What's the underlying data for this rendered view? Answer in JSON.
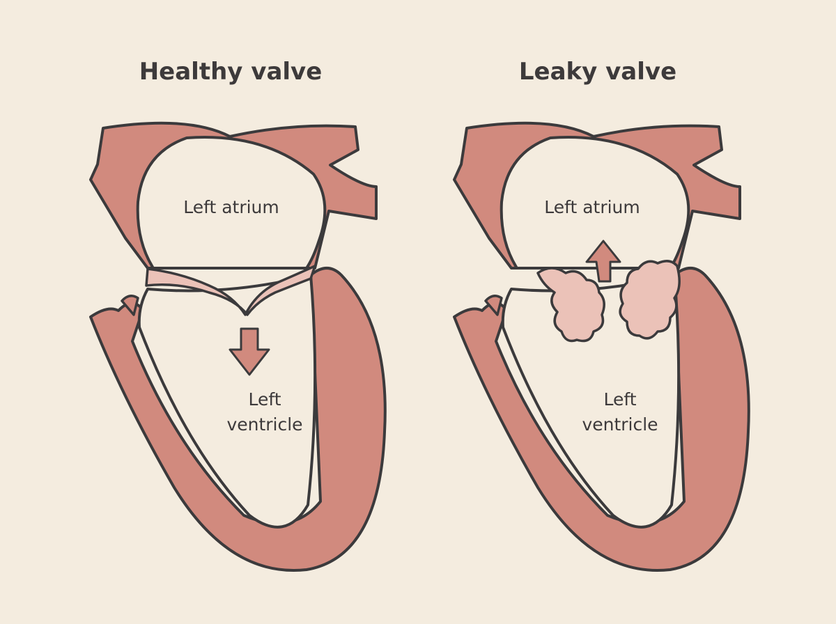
{
  "colors": {
    "background": "#f4ecdf",
    "muscle": "#d18a7e",
    "outline": "#3b3a3c",
    "valve_tissue": "#ebc2b8",
    "chamber": "#f4ecdf",
    "text": "#3d3a3b"
  },
  "panels": [
    {
      "title": "Healthy valve",
      "atrium_label": "Left atrium",
      "ventricle_label_line1": "Left",
      "ventricle_label_line2": "ventricle",
      "flow_arrow": "arrow-down-icon"
    },
    {
      "title": "Leaky valve",
      "atrium_label": "Left atrium",
      "ventricle_label_line1": "Left",
      "ventricle_label_line2": "ventricle",
      "flow_arrow": "arrow-up-icon"
    }
  ]
}
